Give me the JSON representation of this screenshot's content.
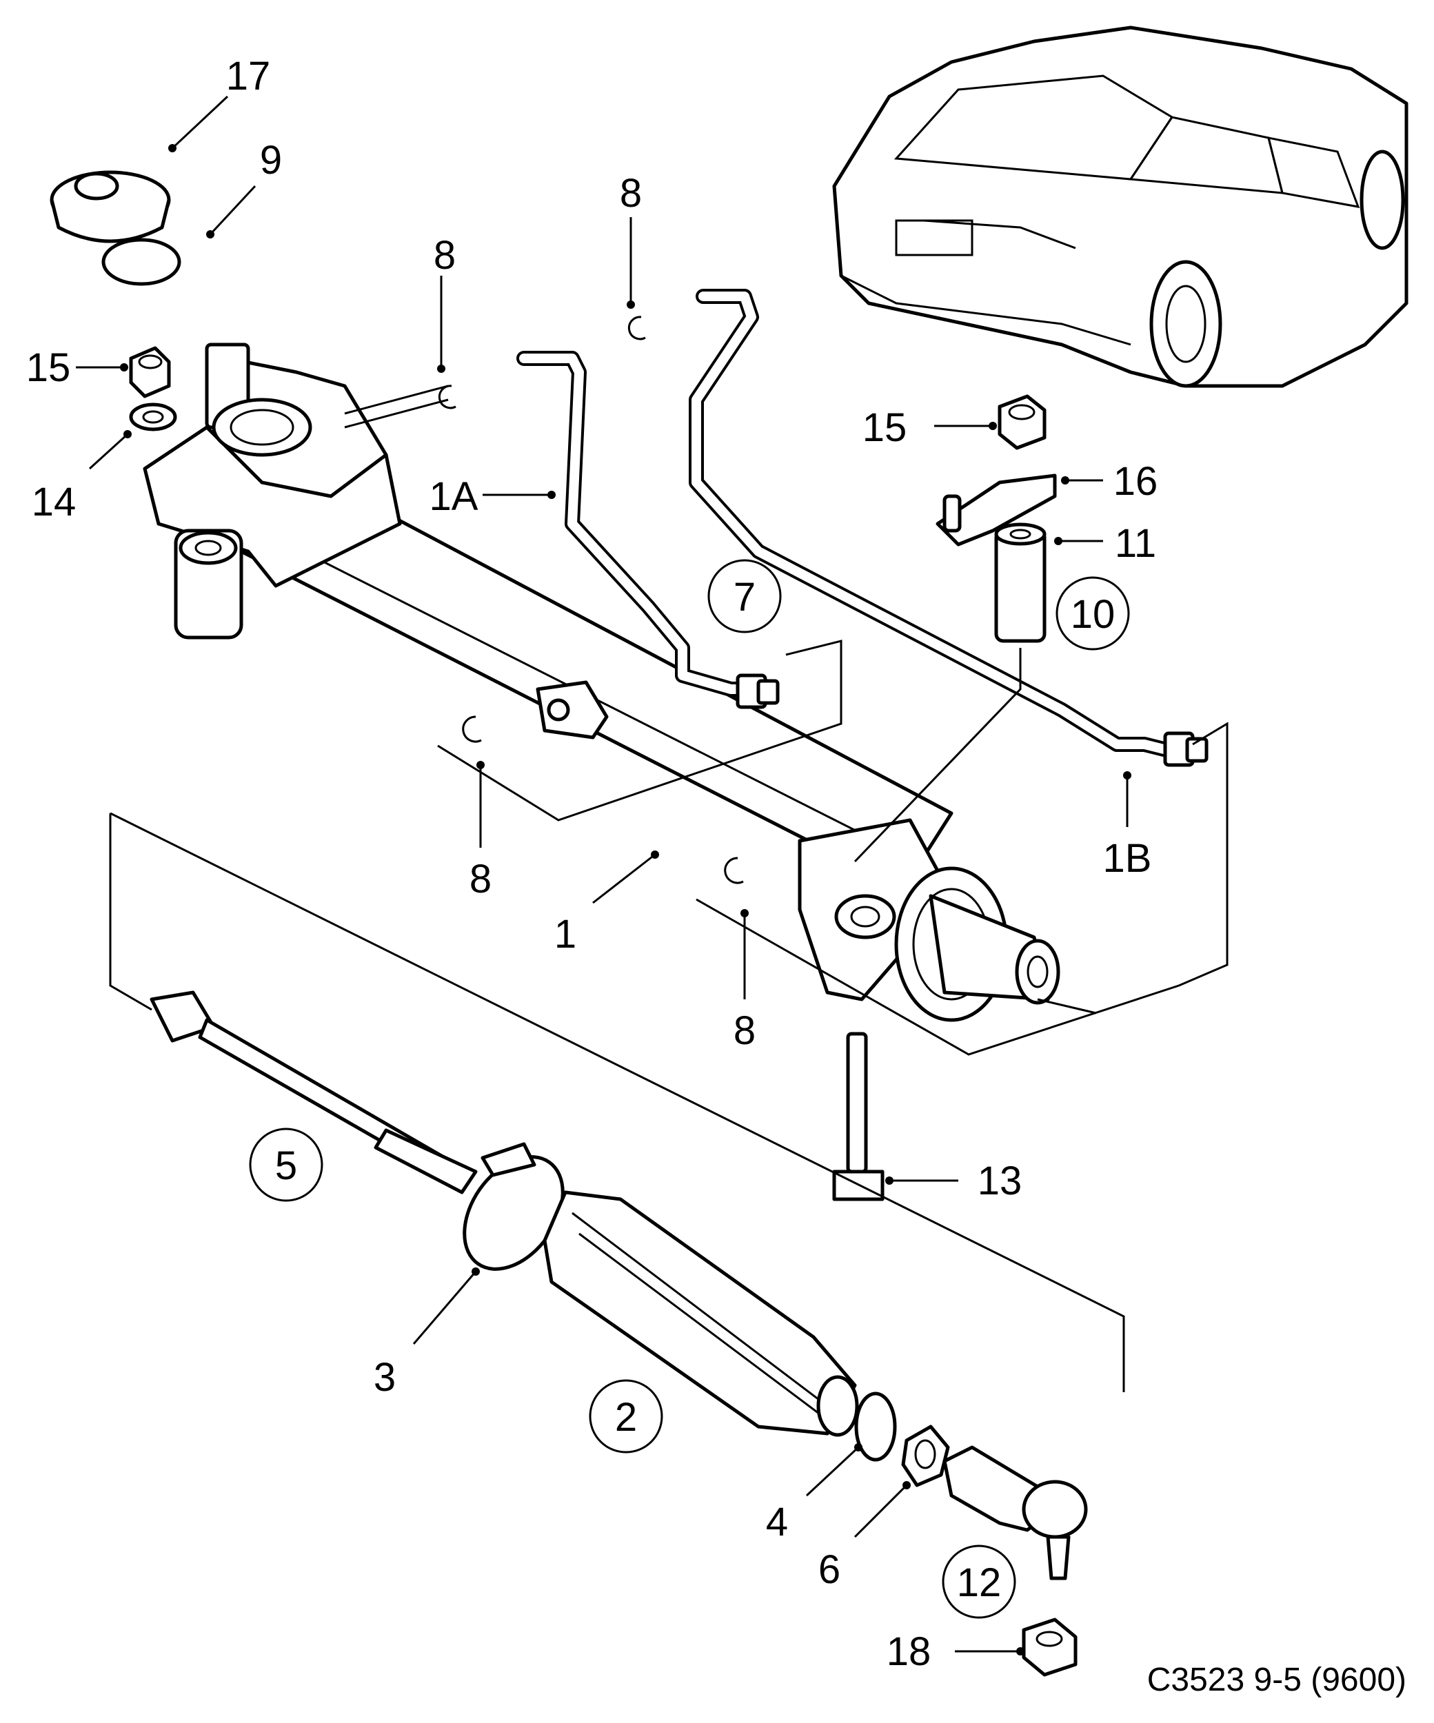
{
  "labels": {
    "l17": "17",
    "l9": "9",
    "l8a": "8",
    "l8b": "8",
    "l15a": "15",
    "l14": "14",
    "l1A": "1A",
    "l7": "7",
    "l15b": "15",
    "l16": "16",
    "l11": "11",
    "l10": "10",
    "l8c": "8",
    "l1": "1",
    "l8d": "8",
    "l1B": "1B",
    "l5": "5",
    "l13": "13",
    "l3": "3",
    "l2": "2",
    "l4": "4",
    "l6": "6",
    "l12": "12",
    "l18": "18"
  },
  "diagram_code": "C3523 9-5 (9600)"
}
